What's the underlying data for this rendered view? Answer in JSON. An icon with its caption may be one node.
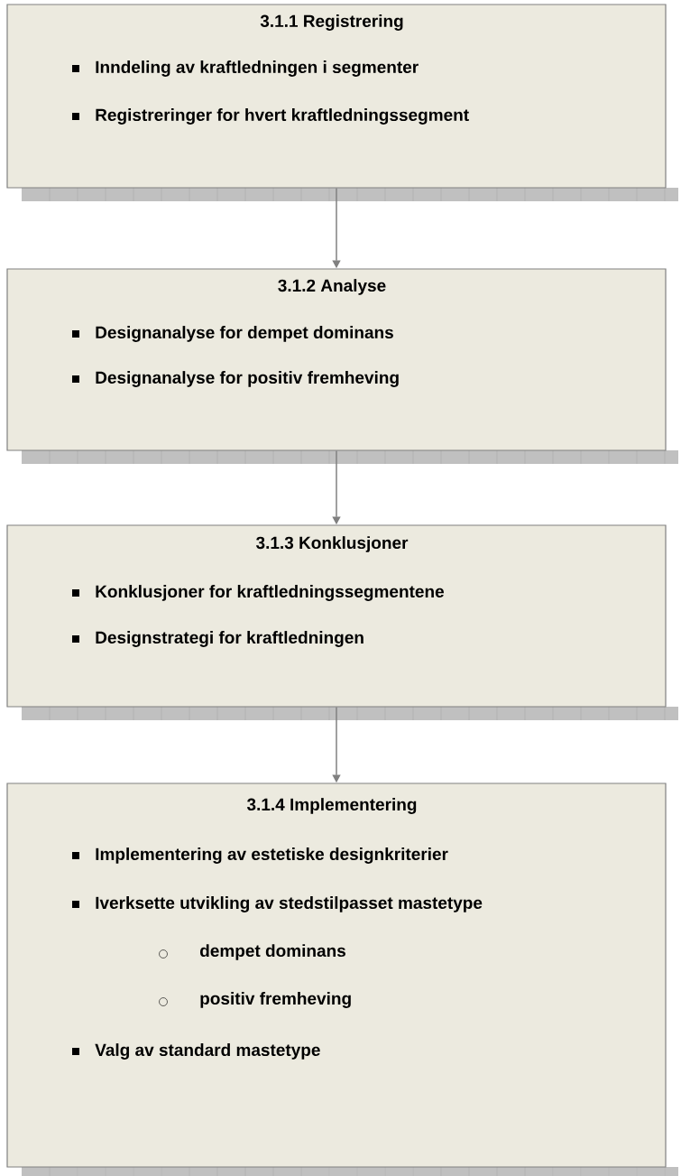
{
  "diagram": {
    "nodes": [
      {
        "text": [
          "3.1.1 Registrering",
          "Inndeling av kraftledningen i segmenter",
          "Registreringer for hvert kraftledningssegment"
        ]
      },
      {
        "text": [
          "3.1.2 Analyse",
          "Designanalyse for dempet dominans",
          "Designanalyse for positiv fremheving"
        ]
      },
      {
        "text": [
          "3.1.3 Konklusjoner",
          "Konklusjoner for kraftledningssegmentene",
          "Designstrategi for kraftledningen"
        ]
      },
      {
        "text": [
          "3.1.4 Implementering",
          "Implementering av estetiske designkriterier",
          "Iverksette utvikling av stedstilpasset mastetype",
          "dempet dominans",
          "positiv fremheving",
          "Valg av standard mastetype"
        ]
      }
    ],
    "edges": [
      {
        "from": 0,
        "to": 1,
        "arrow": "to"
      },
      {
        "from": 1,
        "to": 2,
        "arrow": "to"
      },
      {
        "from": 2,
        "to": 3,
        "arrow": "to"
      }
    ]
  }
}
